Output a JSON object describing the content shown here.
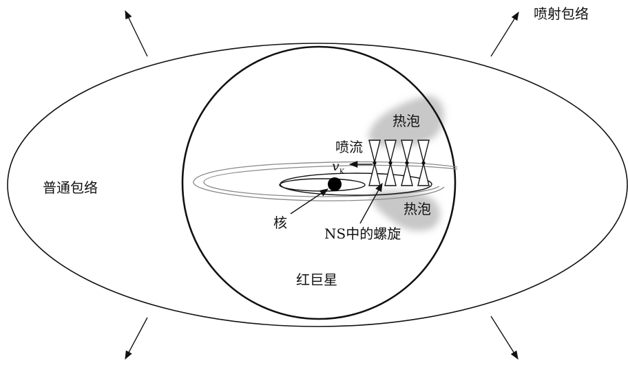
{
  "labels": {
    "jet_envelope": "喷射包络",
    "normal_envelope": "普通包络",
    "hot_bubble_top": "热泡",
    "hot_bubble_bottom": "热泡",
    "jet": "喷流",
    "velocity_symbol": "v",
    "velocity_subscript": "K",
    "core": "核",
    "ns_spiral": "NS中的螺旋",
    "red_giant": "红巨星"
  }
}
